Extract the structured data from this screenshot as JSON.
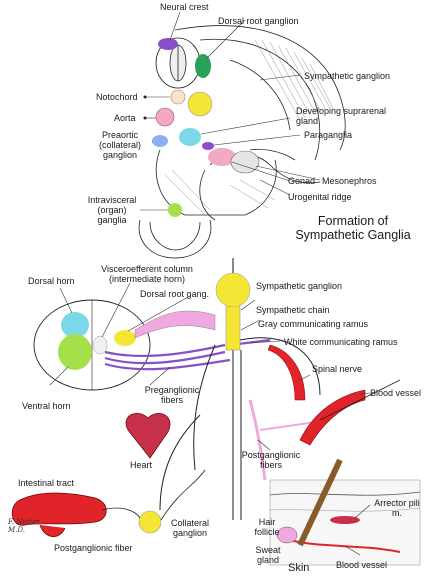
{
  "figure": {
    "title": {
      "line1": "Formation of",
      "line2": "Sympathetic Ganglia"
    },
    "top_panel": {
      "labels": {
        "neural_crest": "Neural crest",
        "dorsal_root_ganglion": "Dorsal root ganglion",
        "sympathetic_ganglion": "Sympathetic ganglion",
        "notochord": "Notochord",
        "aorta": "Aorta",
        "developing_suprarenal": "Developing suprarenal gland",
        "preaortic_ganglion": "Preaortic (collateral) ganglion",
        "paraganglia": "Paraganglia",
        "gonad": "Gonad",
        "mesonephros": "Mesonephros",
        "urogenital_ridge": "Urogenital ridge",
        "intravisceral_ganglia": "Intravisceral (organ) ganglia"
      }
    },
    "bottom_panel": {
      "labels": {
        "dorsal_horn": "Dorsal horn",
        "visceroefferent_column": "Visceroefferent column (intermediate horn)",
        "dorsal_root_gang": "Dorsal root gang.",
        "sympathetic_ganglion": "Sympathetic ganglion",
        "sympathetic_chain": "Sympathetic chain",
        "gray_ramus": "Gray communicating ramus",
        "white_ramus": "White communicating ramus",
        "spinal_nerve": "Spinal nerve",
        "ventral_horn": "Ventral horn",
        "preganglionic": "Preganglionic fibers",
        "blood_vessel_right": "Blood vessel",
        "heart": "Heart",
        "postganglionic_fibers": "Postganglionic fibers",
        "intestinal_tract": "Intestinal tract",
        "postganglionic_fiber": "Postganglionic fiber",
        "collateral_ganglion": "Collateral ganglion",
        "hair_follicle": "Hair follicle",
        "sweat_gland": "Sweat gland",
        "skin": "Skin",
        "blood_vessel_bottom": "Blood vessel",
        "arrector_pili": "Arrector pili m."
      },
      "signature": "F. Netter M.D."
    },
    "colors": {
      "sympathetic_yellow": "#f5e636",
      "pregang_purple": "#8a4fc8",
      "postgang_pink": "#f0a8e0",
      "horn_green": "#a5e04a",
      "dorsal_cyan": "#7ad8e8",
      "vessel_red": "#e0242a",
      "gonad_pink": "#f3a9c3"
    }
  }
}
